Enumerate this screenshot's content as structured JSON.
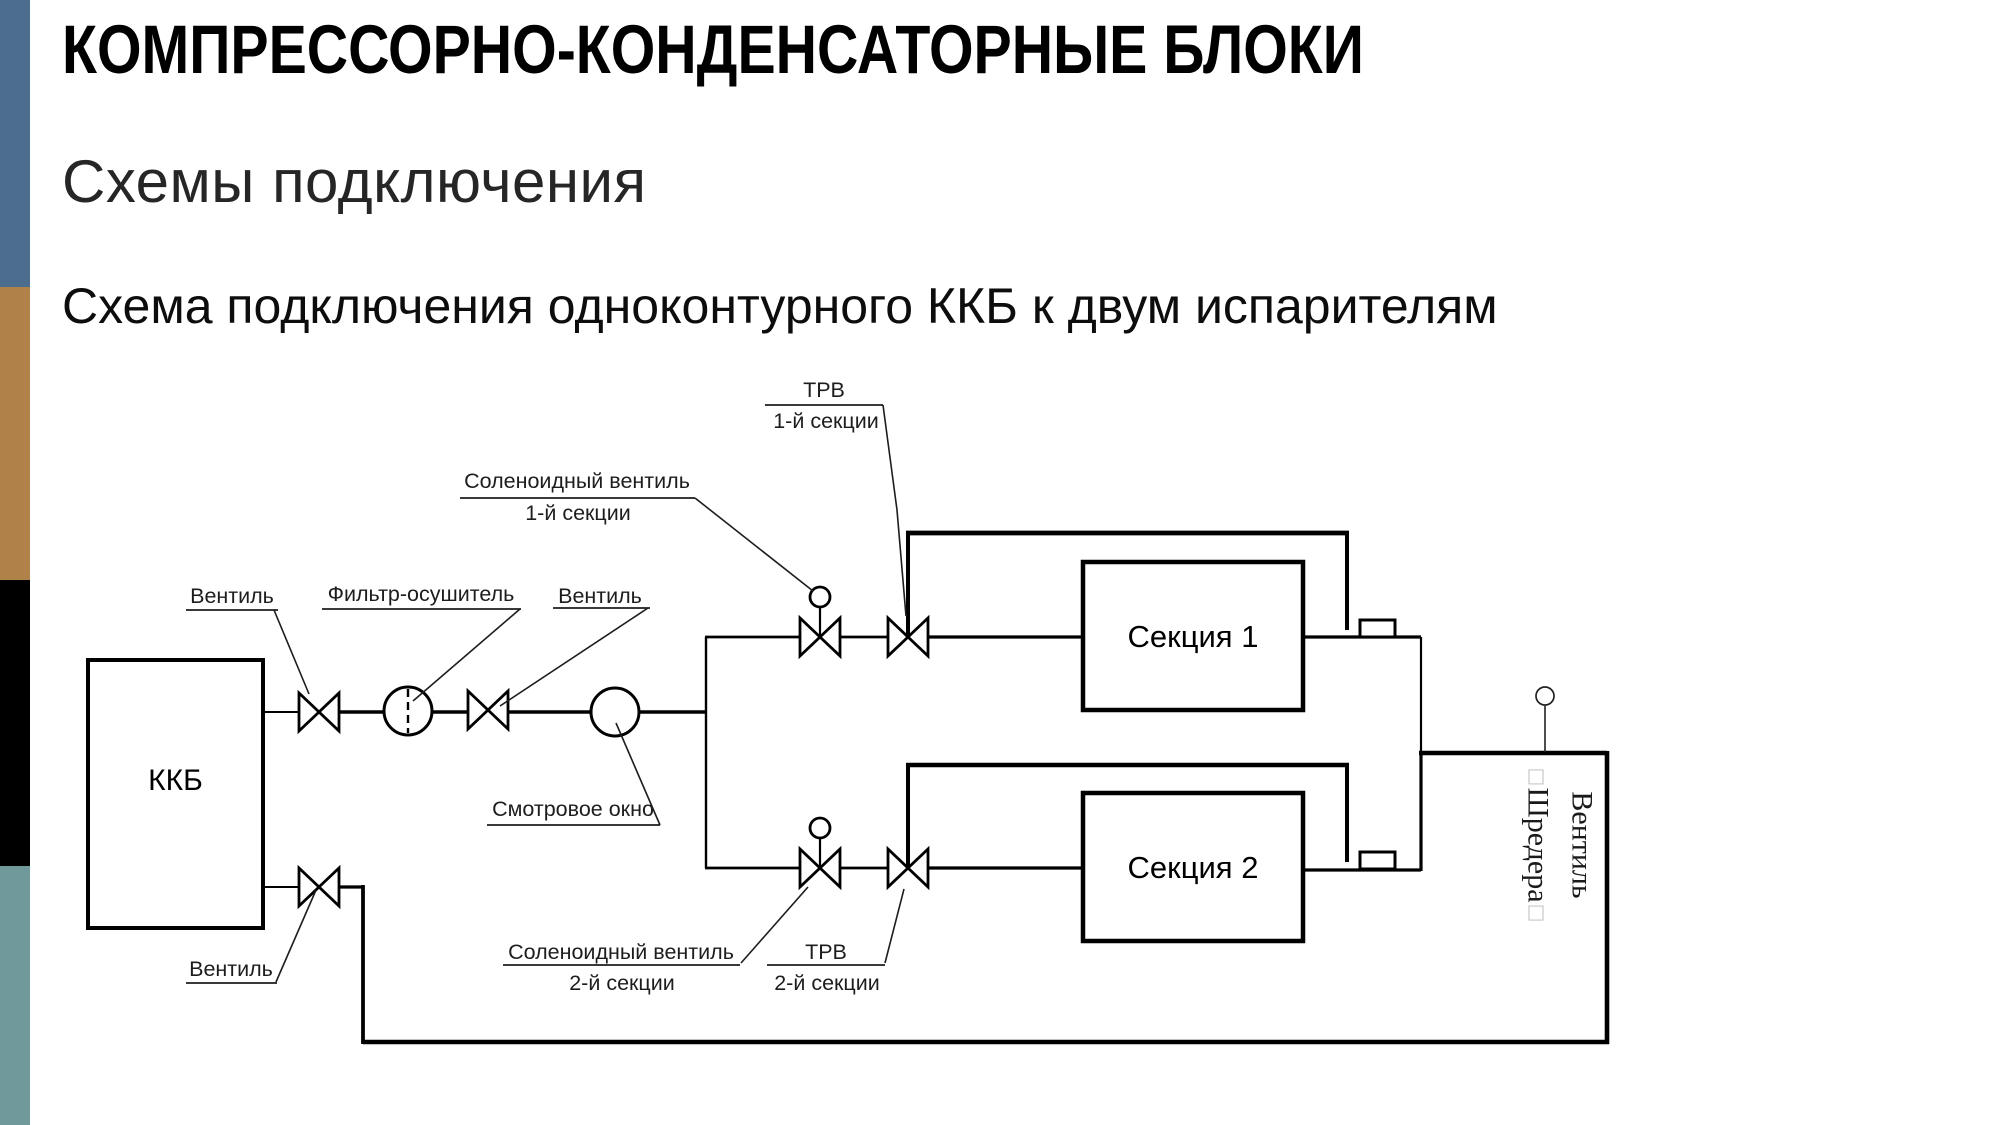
{
  "slide": {
    "title": "КОМПРЕССОРНО-КОНДЕНСАТОРНЫЕ БЛОКИ",
    "subtitle": "Схемы подключения",
    "caption": "Схема подключения одноконтурного ККБ к двум испарителям",
    "background": "#ffffff"
  },
  "sidebar": {
    "stripes": [
      {
        "name": "blue",
        "color": "#4c6d8e"
      },
      {
        "name": "tan",
        "color": "#b0824a"
      },
      {
        "name": "black",
        "color": "#000000"
      },
      {
        "name": "teal",
        "color": "#6f999b"
      }
    ]
  },
  "diagram": {
    "kkb_label": "ККБ",
    "section1_label": "Секция 1",
    "section2_label": "Секция 2",
    "line_color": "#000000",
    "labels": {
      "valve_top": "Вентиль",
      "filter_drier": "Фильтр-осушитель",
      "valve_mid": "Вентиль",
      "solenoid1": "Соленоидный вентиль",
      "solenoid1_sub": "1-й секции",
      "trv1": "ТРВ",
      "trv1_sub": "1-й секции",
      "sight_glass": "Смотровое окно",
      "solenoid2": "Соленоидный вентиль",
      "solenoid2_sub": "2-й секции",
      "trv2": "ТРВ",
      "trv2_sub": "2-й секции",
      "valve_bottom": "Вентиль",
      "schrader_line1": "Вентиль",
      "schrader_line2": "Шредера",
      "tofu": "□"
    }
  }
}
